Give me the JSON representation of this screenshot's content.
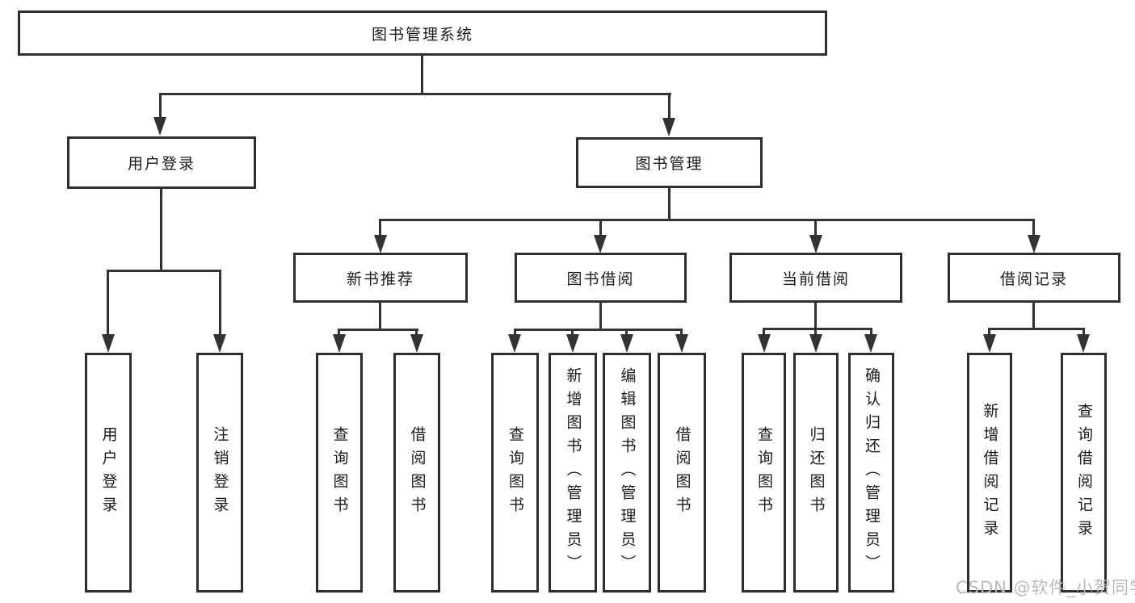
{
  "diagram": {
    "root": {
      "label": "图书管理系统"
    },
    "branches": [
      {
        "label": "用户登录",
        "children": [
          "用户登录",
          "注销登录"
        ]
      },
      {
        "label": "图书管理",
        "sections": [
          {
            "label": "新书推荐",
            "children": [
              "查询图书",
              "借阅图书"
            ]
          },
          {
            "label": "图书借阅",
            "children": [
              "查询图书",
              "新增图书（管理员）",
              "编辑图书（管理员）",
              "借阅图书"
            ]
          },
          {
            "label": "当前借阅",
            "children": [
              "查询图书",
              "归还图书",
              "确认归还（管理员）"
            ]
          },
          {
            "label": "借阅记录",
            "children": [
              "新增借阅记录",
              "查询借阅记录"
            ]
          }
        ]
      }
    ]
  },
  "watermark": {
    "text": "CSDN @软件_小贺同学"
  },
  "colors": {
    "line": "#333333",
    "box_border": "#2e2e2e",
    "text": "#1b1b1b",
    "watermark": "#b9b9b9",
    "background": "#ffffff"
  }
}
